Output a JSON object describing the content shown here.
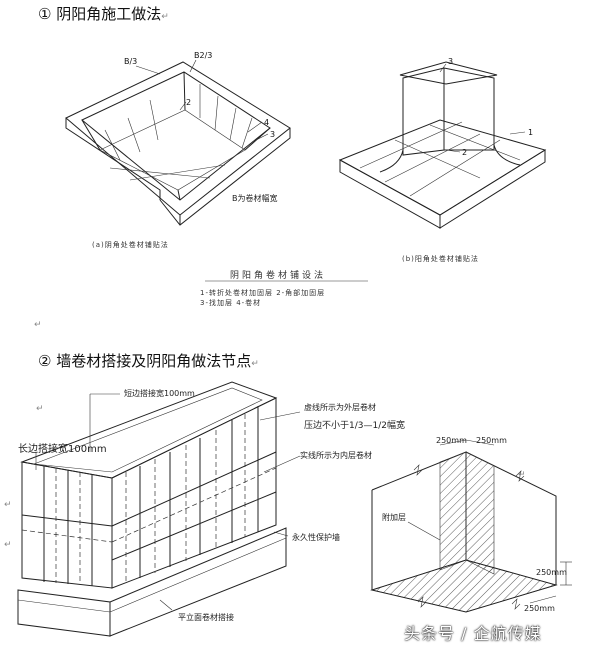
{
  "section1": {
    "heading": "① 阴阳角施工做法",
    "heading_mark": "↵",
    "fig_a": {
      "callouts": [
        "B/3",
        "B2/3",
        "2",
        "4",
        "3"
      ],
      "note": "B为卷材幅宽",
      "caption": "(a)阴角处卷材铺贴法"
    },
    "fig_b": {
      "callouts": [
        "3",
        "1",
        "2"
      ],
      "caption": "(b)阳角处卷材铺贴法"
    },
    "table_title": "阴阳角卷材铺设法",
    "legend_line1": "1-转折处卷材加固层    2-角部加固层",
    "legend_line2": "3-找加层    4-卷材"
  },
  "section2": {
    "heading": "② 墙卷材搭接及阴阳角做法节点",
    "heading_mark": "↵",
    "left_labels": {
      "short_lap": "短边搭接宽100mm",
      "long_lap": "长边搭接宽100mm",
      "dashed_outer": "虚线所示为外层卷材",
      "offset": "压边不小于1/3—1/2幅宽",
      "solid_inner": "实线所示为内层卷材",
      "protect_wall": "永久性保护墙",
      "floor_joint": "平立面卷材搭接"
    },
    "right_labels": {
      "dim_top_left": "250mm",
      "dim_top_right": "250mm",
      "reinforce": "附加层",
      "dim_right": "250mm",
      "dim_bottom": "250mm"
    }
  },
  "return_marks": [
    "↵",
    "↵",
    "↵",
    "↵",
    "↵"
  ],
  "watermark": "头条号 / 企航传媒"
}
